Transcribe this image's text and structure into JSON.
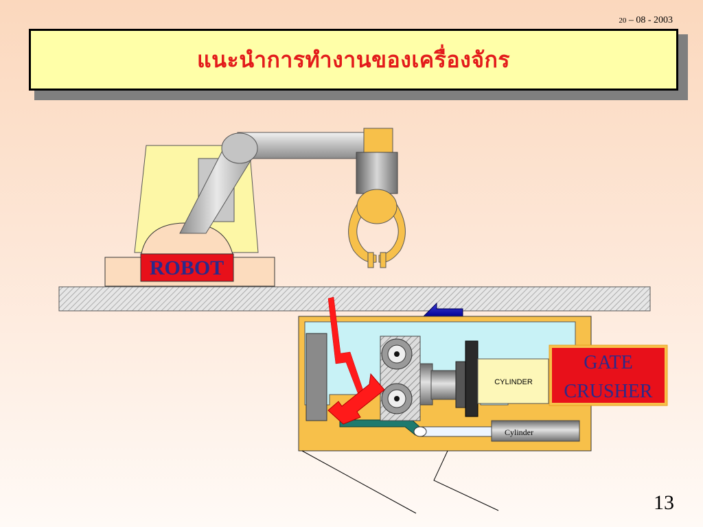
{
  "slide": {
    "date_day": "20",
    "date_rest": " – 08 - 2003",
    "title": "แนะนำการทำงานของเครื่องจักร",
    "page_number": "13"
  },
  "diagram": {
    "robot_label": "ROBOT",
    "gate_label_line1": "GATE",
    "gate_label_line2": "CRUSHER",
    "main_cylinder_label": "CYLINDER",
    "small_cylinder_label": "Cylinder"
  },
  "colors": {
    "title_text": "#e31b1b",
    "title_bg": "#ffffa8",
    "label_bg": "#e8101a",
    "label_text": "#2a2a8a",
    "machine_body": "#f7c04a",
    "water": "#c8f2f6"
  }
}
